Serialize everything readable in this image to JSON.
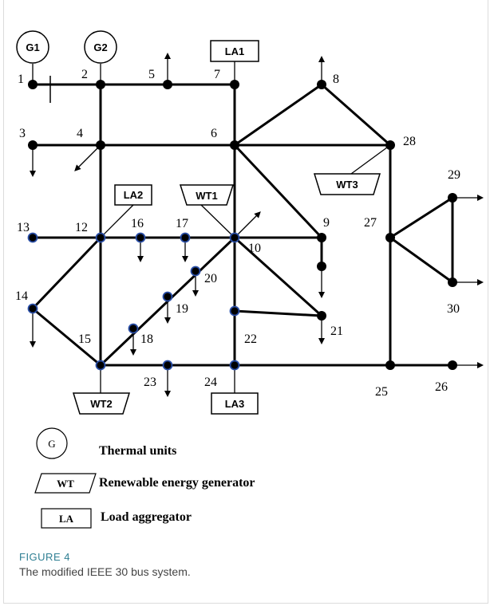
{
  "diagram": {
    "bus_numbers": [
      "1",
      "2",
      "3",
      "4",
      "5",
      "6",
      "7",
      "8",
      "9",
      "10",
      "12",
      "13",
      "14",
      "15",
      "16",
      "17",
      "18",
      "19",
      "20",
      "21",
      "22",
      "23",
      "24",
      "25",
      "26",
      "27",
      "28",
      "29",
      "30"
    ],
    "generators": [
      "G1",
      "G2"
    ],
    "renewables": [
      "WT1",
      "WT2",
      "WT3"
    ],
    "load_aggregators": [
      "LA1",
      "LA2",
      "LA3"
    ]
  },
  "legend": {
    "thermal_symbol": "G",
    "thermal_label": "Thermal units",
    "renewable_symbol": "WT",
    "renewable_label": "Renewable energy generator",
    "load_symbol": "LA",
    "load_label": "Load aggregator"
  },
  "caption": {
    "label": "FIGURE 4",
    "text": "The modified IEEE 30 bus system."
  },
  "colors": {
    "line": "#000000",
    "bus_dot": "#000000",
    "blue_bus_edge": "#2a4fa8",
    "caption_label": "#2f7f93"
  }
}
